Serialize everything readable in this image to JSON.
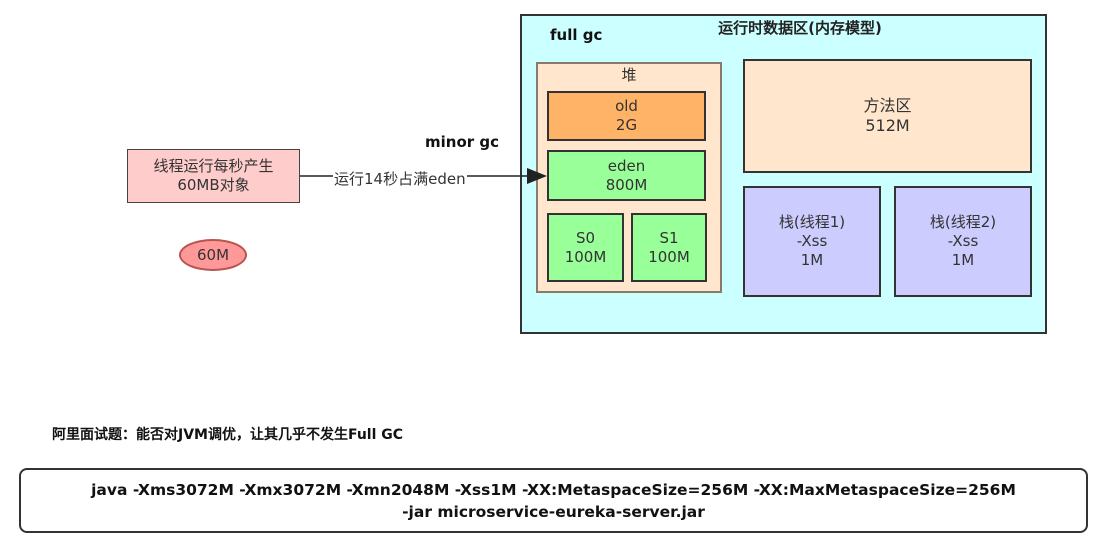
{
  "runtime_area": {
    "title": "运行时数据区(内存模型)",
    "full_gc_label": "full gc"
  },
  "heap": {
    "title": "堆",
    "old": {
      "name": "old",
      "size": "2G"
    },
    "eden": {
      "name": "eden",
      "size": "800M"
    },
    "s0": {
      "name": "S0",
      "size": "100M"
    },
    "s1": {
      "name": "S1",
      "size": "100M"
    }
  },
  "method_area": {
    "name": "方法区",
    "size": "512M"
  },
  "stacks": [
    {
      "name": "栈(线程1)",
      "option": "-Xss",
      "size": "1M"
    },
    {
      "name": "栈(线程2)",
      "option": "-Xss",
      "size": "1M"
    }
  ],
  "thread_box": {
    "line1": "线程运行每秒产生",
    "line2": "60MB对象"
  },
  "bubble": {
    "label": "60M"
  },
  "minor_gc_label": "minor gc",
  "arrow_label": "运行14秒占满eden",
  "question": "阿里面试题：能否对JVM调优，让其几乎不发生Full GC",
  "command": {
    "line1": "java -Xms3072M -Xmx3072M -Xmn2048M -Xss1M -XX:MetaspaceSize=256M -XX:MaxMetaspaceSize=256M",
    "line2": "-jar microservice-eureka-server.jar"
  }
}
